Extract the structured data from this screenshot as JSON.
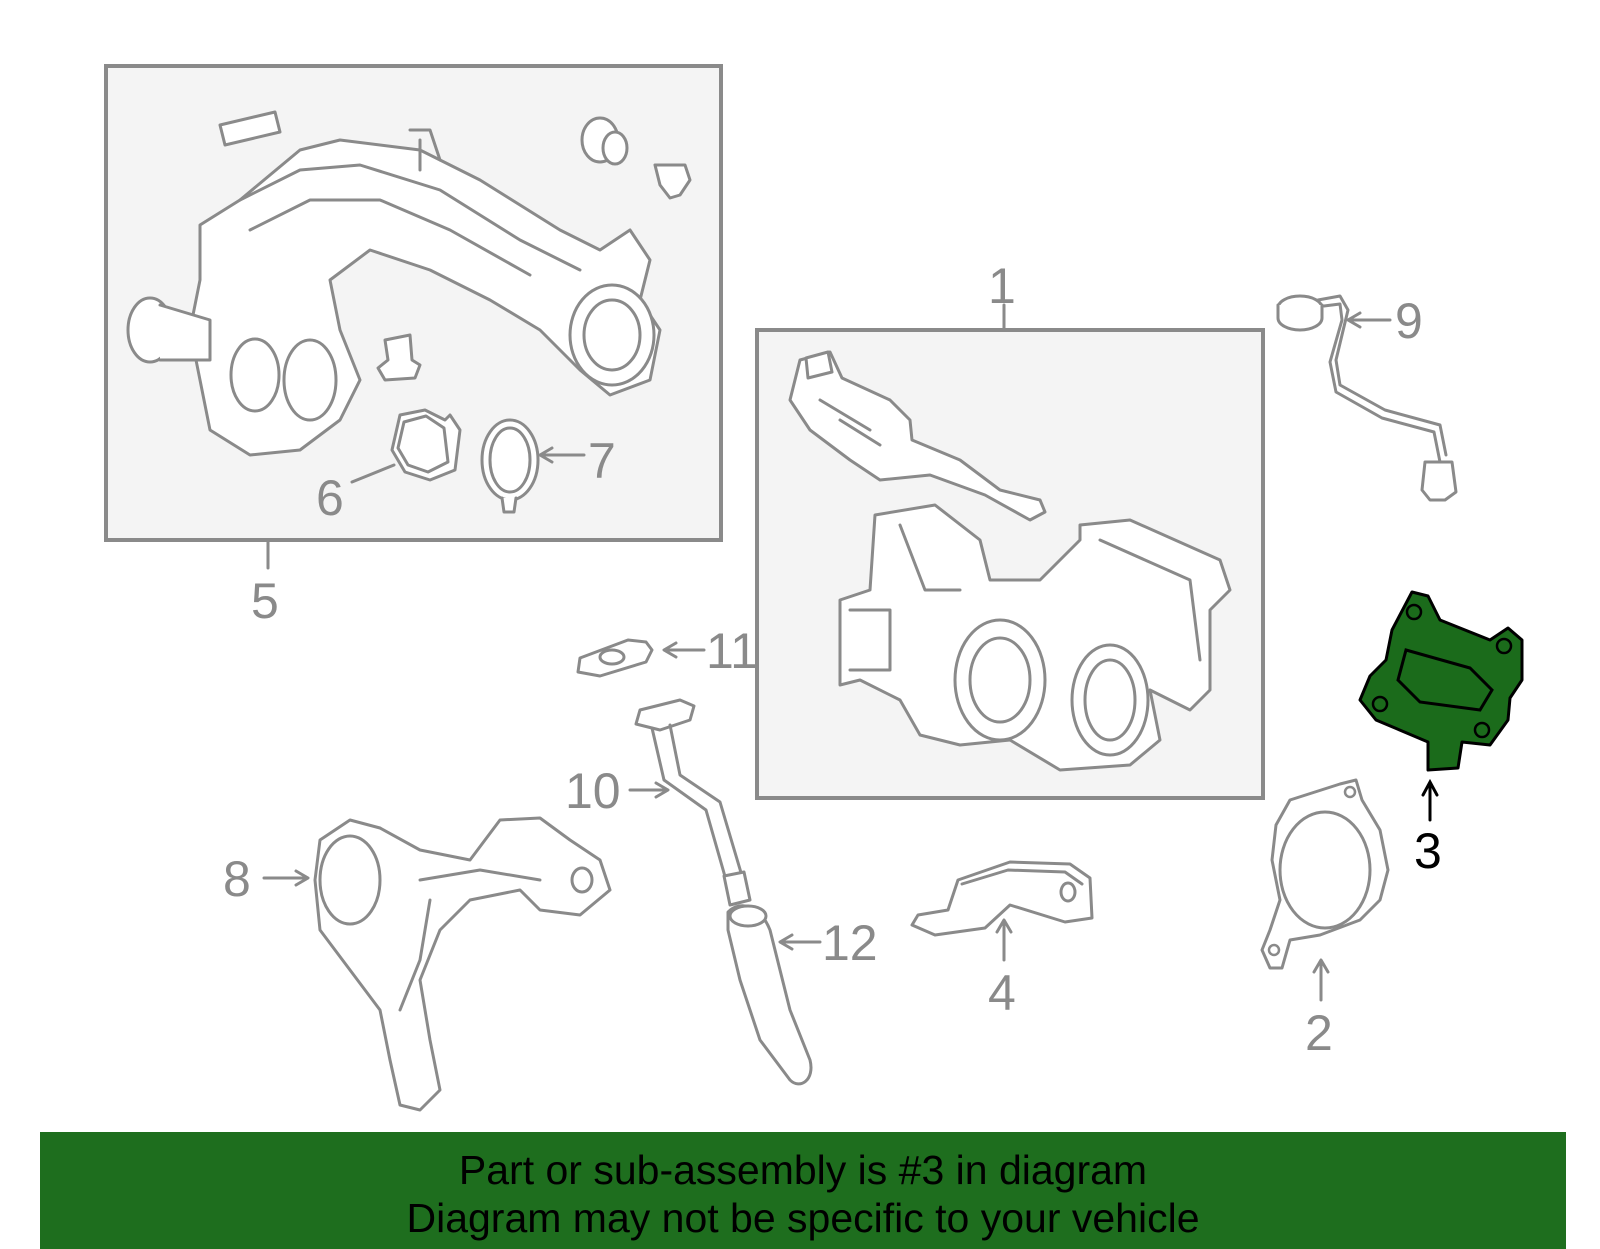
{
  "callouts": {
    "c1": "1",
    "c2": "2",
    "c3": "3",
    "c4": "4",
    "c5": "5",
    "c6": "6",
    "c7": "7",
    "c8": "8",
    "c9": "9",
    "c10": "10",
    "c11": "11",
    "c12": "12"
  },
  "banner": {
    "line1": "Part or sub-assembly is #3 in diagram",
    "line2": "Diagram may not be specific to your vehicle"
  },
  "colors": {
    "highlight": "#1b6b1b",
    "banner_bg": "#1e6e1e",
    "part_line": "#8a8a8a",
    "box_fill": "#f4f4f4"
  }
}
